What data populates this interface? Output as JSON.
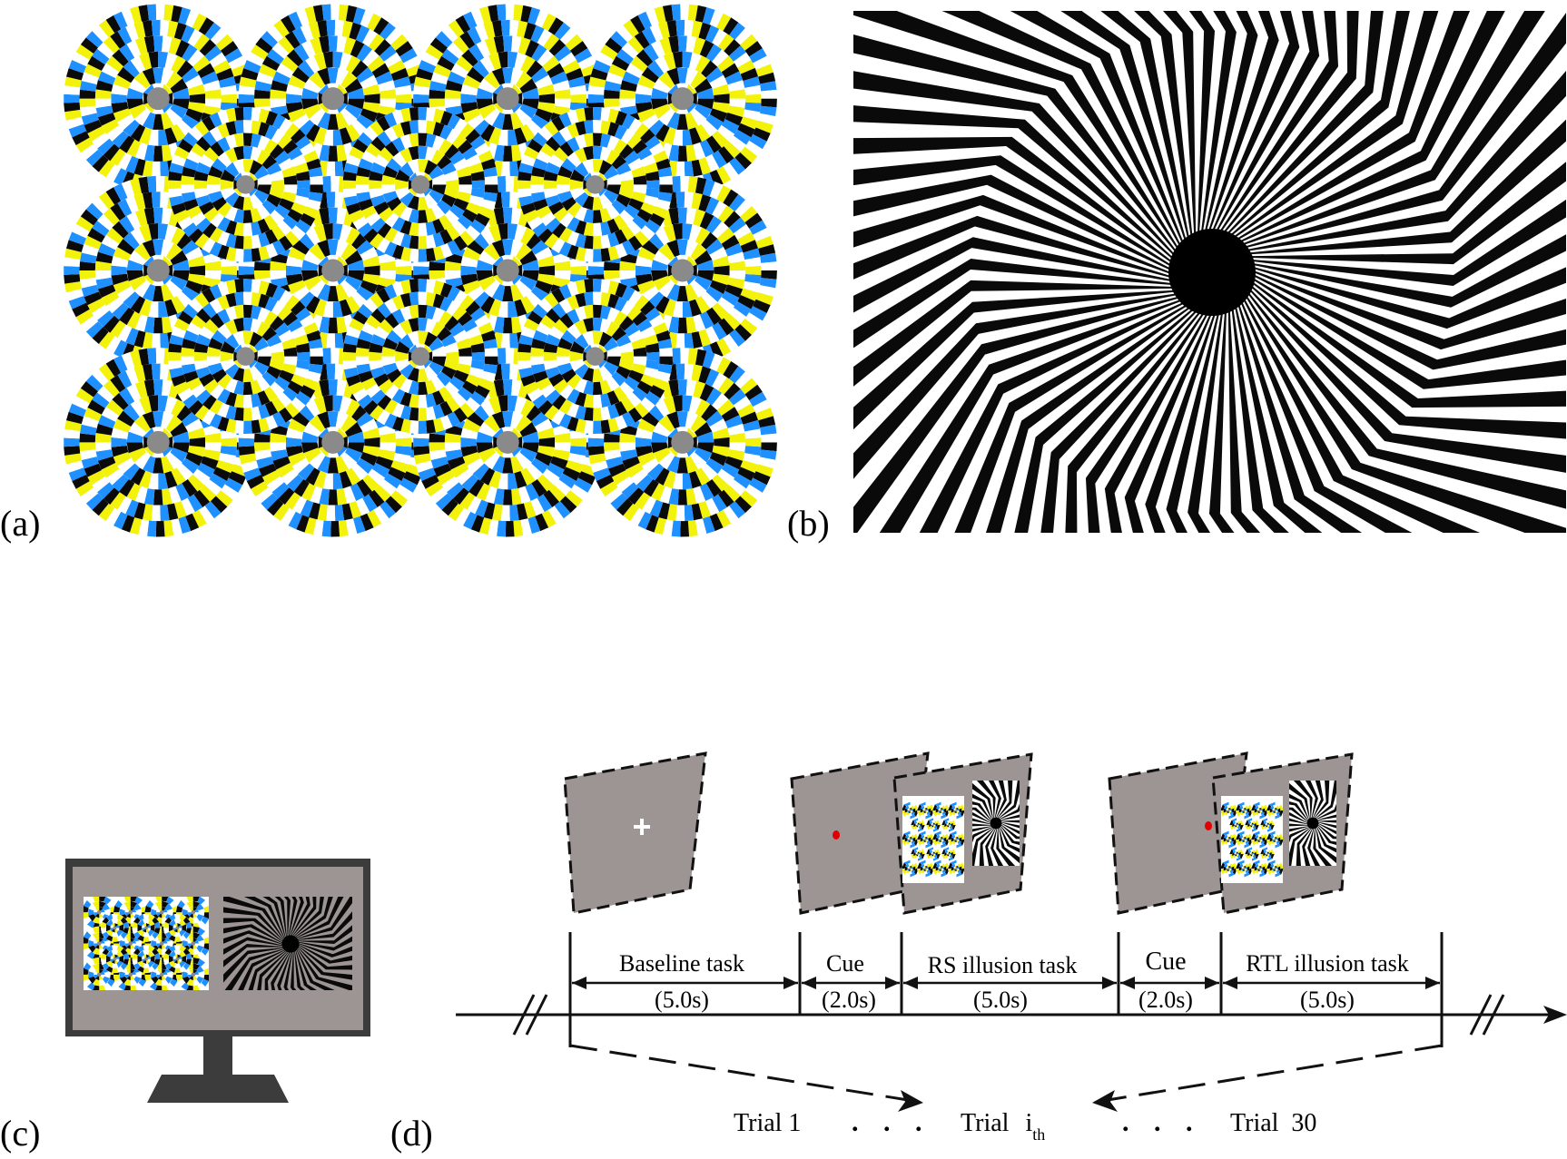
{
  "panel_labels": {
    "a": "(a)",
    "b": "(b)",
    "c": "(c)",
    "d": "(d)"
  },
  "timeline": {
    "segments": [
      {
        "name": "Baseline task",
        "duration": "(5.0s)"
      },
      {
        "name": "Cue",
        "duration": "(2.0s)"
      },
      {
        "name": "RS illusion task",
        "duration": "(5.0s)"
      },
      {
        "name": "Cue",
        "duration": "(2.0s)"
      },
      {
        "name": "RTL illusion task",
        "duration": "(5.0s)"
      }
    ],
    "trials": {
      "first": "Trial 1",
      "ith_prefix": "Trial",
      "ith_var": "i",
      "ith_sub": "th",
      "last": "Trial  30",
      "ellipsis": ". . ."
    }
  },
  "colors": {
    "snake_blue": "#1e90ff",
    "snake_yellow": "#f2f20a",
    "snake_black": "#0a0a0a",
    "snake_white": "#ffffff",
    "screen_gray": "#9c9593",
    "monitor_frame": "#3c3c3c",
    "cue_red": "#e00000"
  }
}
